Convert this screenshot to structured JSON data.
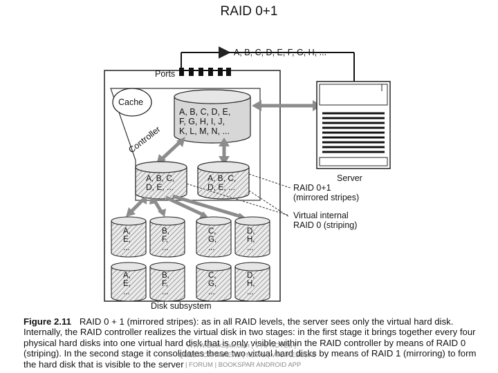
{
  "slide": {
    "title": "RAID 0+1"
  },
  "diagram": {
    "top_label": "A, B, C, D, E, F, G, H, ...",
    "ports_label": "Ports",
    "cache_label": "Cache",
    "controller_label": "Controller",
    "virtual_disk_main": [
      "A, B, C, D, E,",
      "F, G, H, I, J,",
      "K, L, M, N, ..."
    ],
    "virtual_disk_left": [
      "A, B, C,",
      "D, E, ..."
    ],
    "virtual_disk_right": [
      "A, B, C,",
      "D, E, ..."
    ],
    "physical_top": [
      [
        "A,",
        "E,",
        "..."
      ],
      [
        "B,",
        "F,",
        "..."
      ],
      [
        "C,",
        "G,",
        "..."
      ],
      [
        "D,",
        "H,",
        "..."
      ]
    ],
    "physical_bottom": [
      [
        "A,",
        "E,",
        "..."
      ],
      [
        "B,",
        "F,",
        "..."
      ],
      [
        "C,",
        "G,",
        "..."
      ],
      [
        "D,",
        "H,",
        "..."
      ]
    ],
    "subsystem_label": "Disk subsystem",
    "server_label": "Server",
    "raid01_label": [
      "RAID 0+1",
      "(mirrored stripes)"
    ],
    "virtual_internal_label": [
      "Virtual internal",
      "RAID 0 (striping)"
    ]
  },
  "caption": {
    "figure": "Figure 2.11",
    "text": "RAID 0 + 1 (mirrored stripes): as in all RAID levels, the server sees only the virtual hard disk. Internally, the RAID controller realizes the virtual disk in two stages: in the first stage it brings together every four physical hard disks into one virtual hard disk that is only visible within the RAID controller by means of RAID 0 (striping). In the second stage it consolidates these two virtual hard disks by means of RAID 1 (mirroring) to form the hard disk that is visible to the server"
  },
  "watermark": {
    "line1": "WWW.BookSpar.com | VTU NOTES |",
    "line2": "QUESTION PAPERS | NEWS | VTU RESULTS",
    "line3": "| FORUM | BOOKSPAR ANDROID APP"
  }
}
